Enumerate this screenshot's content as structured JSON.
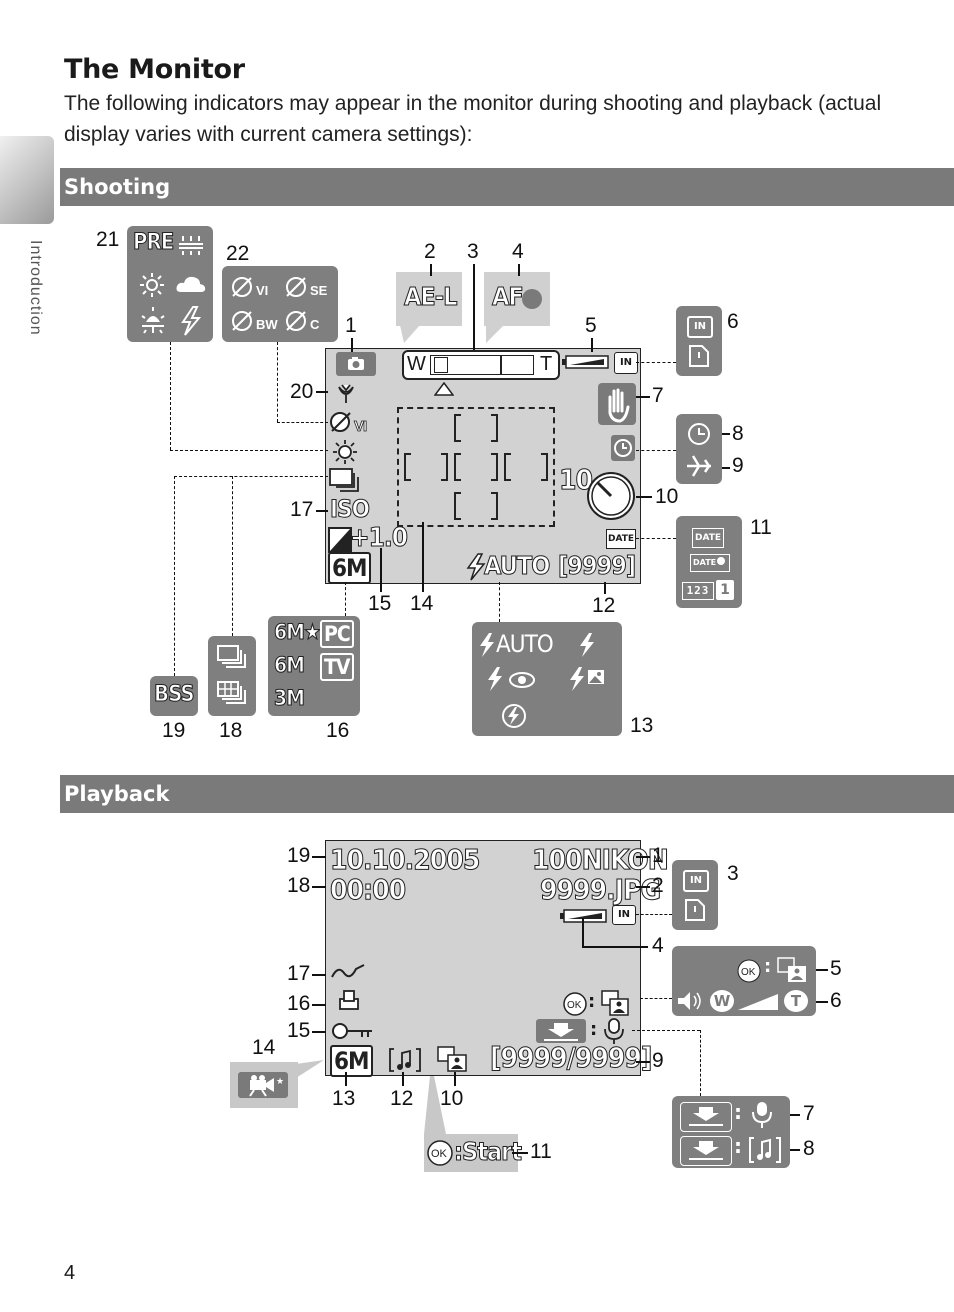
{
  "page": {
    "title": "The Monitor",
    "intro": "The following indicators may appear in the monitor during shooting and playback (actual display varies with current camera settings):",
    "side_label": "Introduction",
    "page_number": "4"
  },
  "shooting": {
    "heading": "Shooting",
    "callouts": [
      "1",
      "2",
      "3",
      "4",
      "5",
      "6",
      "7",
      "8",
      "9",
      "10",
      "11",
      "12",
      "13",
      "14",
      "15",
      "16",
      "17",
      "18",
      "19",
      "20",
      "21",
      "22"
    ],
    "screen": {
      "zoom_w": "W",
      "zoom_t": "T",
      "iso": "ISO",
      "exposure": "+1.0",
      "image_size": "6M",
      "flash": "AUTO",
      "frames": "[9999]",
      "self_timer": "10"
    },
    "boxes": {
      "ae_l": "AE-L",
      "af": "AF",
      "pre": "PRE",
      "vi": "VI",
      "se": "SE",
      "bw": "BW",
      "c": "C",
      "bss": "BSS",
      "size_6m_star": "6M★",
      "size_6m": "6M",
      "size_3m": "3M",
      "pc": "PC",
      "tv": "TV",
      "flash_auto": "AUTO",
      "date": "DATE",
      "date_clock": "DATE",
      "counter": "123",
      "counter_one": "1",
      "in": "IN"
    }
  },
  "playback": {
    "heading": "Playback",
    "callouts": [
      "1",
      "2",
      "3",
      "4",
      "5",
      "6",
      "7",
      "8",
      "9",
      "10",
      "11",
      "12",
      "13",
      "14",
      "15",
      "16",
      "17",
      "18",
      "19"
    ],
    "screen": {
      "date": "10.10.2005",
      "time": "00:00",
      "folder": "100NIKON",
      "file": "9999.JPG",
      "image_size": "6M",
      "frame_counter": "[9999/9999]"
    },
    "boxes": {
      "in": "IN",
      "ok": "OK",
      "w": "W",
      "t": "T",
      "start": ":Start"
    }
  }
}
